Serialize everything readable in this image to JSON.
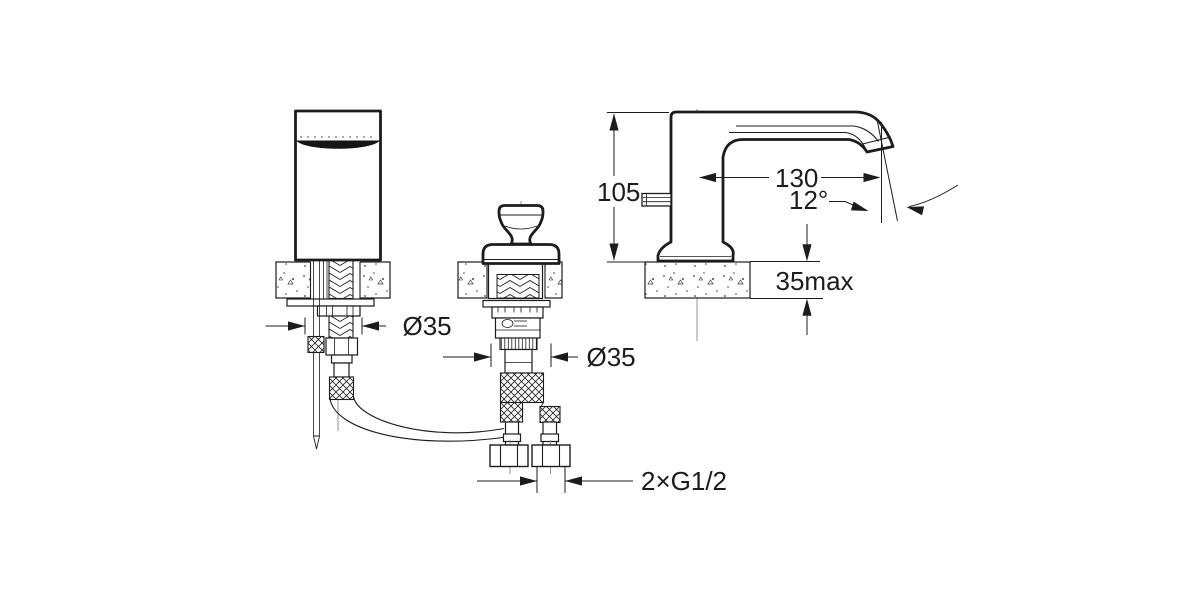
{
  "drawing": {
    "background_color": "#ffffff",
    "line_color": "#1c1c1c",
    "spout_front_view": {
      "diameter_label": "Ø35"
    },
    "valve_front_view": {
      "diameter_label": "Ø35",
      "thread_label": "2×G1/2"
    },
    "side_view": {
      "height_label": "105",
      "reach_label": "130",
      "angle_label": "12°",
      "deck_thickness_label": "35max"
    }
  }
}
